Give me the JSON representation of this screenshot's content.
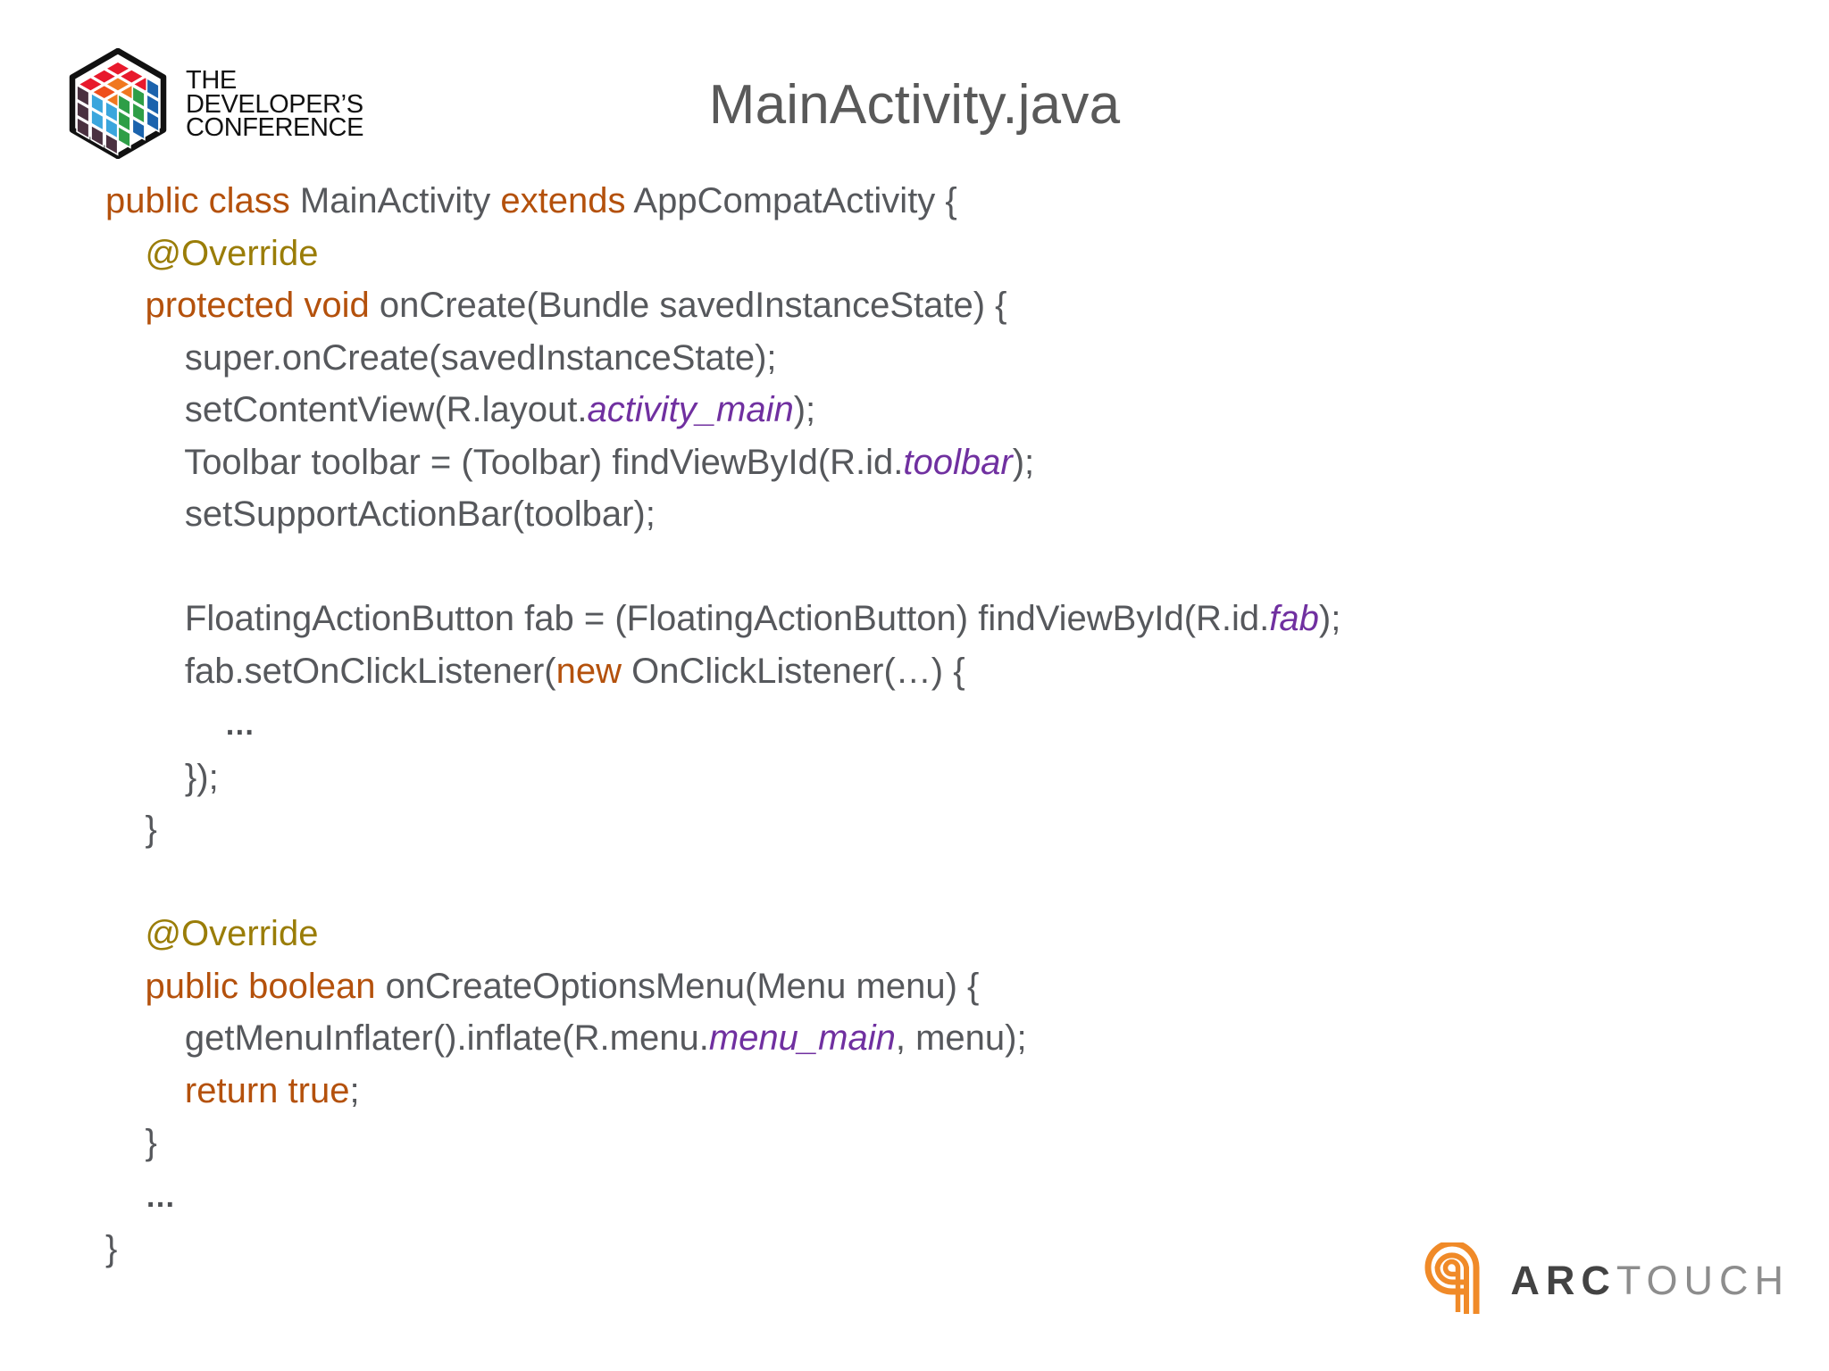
{
  "header": {
    "brand": {
      "name": "tdc-logo",
      "line1": "THE",
      "line2": "DEVELOPER’S",
      "line3": "CONFERENCE",
      "mark_icon": "tdc-cube-icon",
      "cube_colors": {
        "top_face": [
          "#e8192c",
          "#e8192c",
          "#e8192c",
          "#ef4e1b",
          "#f07820",
          "#e8192c",
          "#ef4e1b",
          "#f07820",
          "#e8192c"
        ],
        "right_face": [
          "#1b63ad",
          "#1b63ad",
          "#1b63ad",
          "#2e9e47",
          "#2e9e47",
          "#1b63ad",
          "#2e9e47",
          "#2e9e47",
          "#1b63ad"
        ],
        "left_face": [
          "#4a3140",
          "#3aa6dd",
          "#3aa6dd",
          "#4a3140",
          "#3aa6dd",
          "#3aa6dd",
          "#4a3140",
          "#4a3140",
          "#4a3140"
        ],
        "outline": "#111111"
      }
    },
    "title": "MainActivity.java",
    "title_color": "#595959"
  },
  "code": {
    "language": "java",
    "syntax_colors": {
      "plain": "#56585c",
      "keyword": "#b4510c",
      "annotation": "#9a7d08",
      "resource": "#7030a0"
    },
    "lines": [
      {
        "indent": 0,
        "tokens": [
          {
            "t": "public class ",
            "c": "kw"
          },
          {
            "t": "MainActivity ",
            "c": "pl"
          },
          {
            "t": "extends ",
            "c": "kw"
          },
          {
            "t": "AppCompatActivity {",
            "c": "pl"
          }
        ]
      },
      {
        "indent": 1,
        "tokens": [
          {
            "t": "@Override",
            "c": "ann"
          }
        ]
      },
      {
        "indent": 1,
        "tokens": [
          {
            "t": "protected void ",
            "c": "kw"
          },
          {
            "t": "onCreate(Bundle savedInstanceState) {",
            "c": "pl"
          }
        ]
      },
      {
        "indent": 2,
        "tokens": [
          {
            "t": "super.onCreate(savedInstanceState);",
            "c": "pl"
          }
        ]
      },
      {
        "indent": 2,
        "tokens": [
          {
            "t": "setContentView(R.layout.",
            "c": "pl"
          },
          {
            "t": "activity_main",
            "c": "res"
          },
          {
            "t": ");",
            "c": "pl"
          }
        ]
      },
      {
        "indent": 2,
        "tokens": [
          {
            "t": "Toolbar toolbar = (Toolbar) findViewById(R.id.",
            "c": "pl"
          },
          {
            "t": "toolbar",
            "c": "res"
          },
          {
            "t": ");",
            "c": "pl"
          }
        ]
      },
      {
        "indent": 2,
        "tokens": [
          {
            "t": "setSupportActionBar(toolbar);",
            "c": "pl"
          }
        ]
      },
      {
        "indent": 0,
        "tokens": []
      },
      {
        "indent": 2,
        "tokens": [
          {
            "t": "FloatingActionButton fab = (FloatingActionButton) findViewById(R.id.",
            "c": "pl"
          },
          {
            "t": "fab",
            "c": "res"
          },
          {
            "t": ");",
            "c": "pl"
          }
        ]
      },
      {
        "indent": 2,
        "tokens": [
          {
            "t": "fab.setOnClickListener(",
            "c": "pl"
          },
          {
            "t": "new",
            "c": "kw"
          },
          {
            "t": " OnClickListener(…) {",
            "c": "pl"
          }
        ]
      },
      {
        "indent": 3,
        "tokens": [
          {
            "t": "…",
            "c": "ellipsis"
          }
        ]
      },
      {
        "indent": 2,
        "tokens": [
          {
            "t": "});",
            "c": "pl"
          }
        ]
      },
      {
        "indent": 1,
        "tokens": [
          {
            "t": "}",
            "c": "pl"
          }
        ]
      },
      {
        "indent": 0,
        "tokens": []
      },
      {
        "indent": 1,
        "tokens": [
          {
            "t": "@Override",
            "c": "ann"
          }
        ]
      },
      {
        "indent": 1,
        "tokens": [
          {
            "t": "public boolean ",
            "c": "kw"
          },
          {
            "t": "onCreateOptionsMenu(Menu menu) {",
            "c": "pl"
          }
        ]
      },
      {
        "indent": 2,
        "tokens": [
          {
            "t": "getMenuInflater().inflate(R.menu.",
            "c": "pl"
          },
          {
            "t": "menu_main",
            "c": "res"
          },
          {
            "t": ", menu);",
            "c": "pl"
          }
        ]
      },
      {
        "indent": 2,
        "tokens": [
          {
            "t": "return true",
            "c": "kw"
          },
          {
            "t": ";",
            "c": "pl"
          }
        ]
      },
      {
        "indent": 1,
        "tokens": [
          {
            "t": "}",
            "c": "pl"
          }
        ]
      },
      {
        "indent": 1,
        "tokens": [
          {
            "t": "…",
            "c": "ellipsis"
          }
        ]
      },
      {
        "indent": 0,
        "tokens": [
          {
            "t": "}",
            "c": "pl"
          }
        ]
      }
    ]
  },
  "footer": {
    "sponsor": {
      "name": "arctouch-logo",
      "mark_icon": "arctouch-spiral-a-icon",
      "word_bold": "ARC",
      "word_light": "TOUCH",
      "accent_color": "#f08a28",
      "bold_color": "#434343",
      "light_color": "#8d8d8d"
    }
  }
}
